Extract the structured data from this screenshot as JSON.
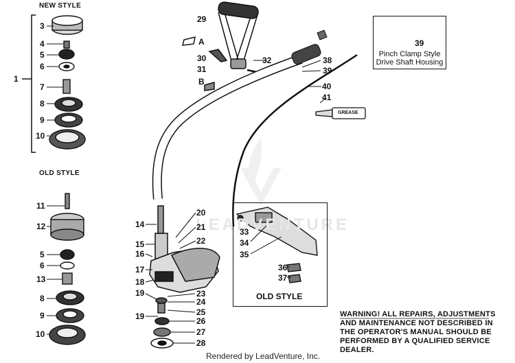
{
  "headers": {
    "new_style": "NEW STYLE",
    "old_style": "OLD STYLE"
  },
  "assembly_label": "1",
  "callouts": {
    "new_style": [
      "3",
      "4",
      "5",
      "6",
      "7",
      "8",
      "9",
      "10"
    ],
    "old_style": [
      "11",
      "12",
      "5",
      "6",
      "13",
      "8",
      "9",
      "10"
    ],
    "handle": [
      "29",
      "A",
      "30",
      "31",
      "B",
      "32"
    ],
    "shaft": [
      "38",
      "39",
      "40",
      "41"
    ],
    "head": [
      "14",
      "15",
      "16",
      "17",
      "18",
      "19",
      "19",
      "20",
      "21",
      "22",
      "23",
      "24",
      "25",
      "26",
      "27",
      "28"
    ],
    "old_style_inset": [
      "33",
      "34",
      "35",
      "36",
      "37"
    ]
  },
  "pinch_clamp": {
    "part_number": "39",
    "caption_line1": "Pinch Clamp Style",
    "caption_line2": "Drive Shaft Housing"
  },
  "grease_label": "GREASE",
  "inset_caption": "OLD STYLE",
  "warning": {
    "line1": "WARNING! ALL REPAIRS, ADJUSTMENTS",
    "line2": "AND MAINTENANCE NOT DESCRIBED IN",
    "line3": "THE OPERATOR'S MANUAL SHOULD BE",
    "line4": "PERFORMED BY A QUALIFIED SERVICE",
    "line5": "DEALER."
  },
  "watermark": "LEADVENTURE",
  "footer": "Rendered by LeadVenture, Inc."
}
